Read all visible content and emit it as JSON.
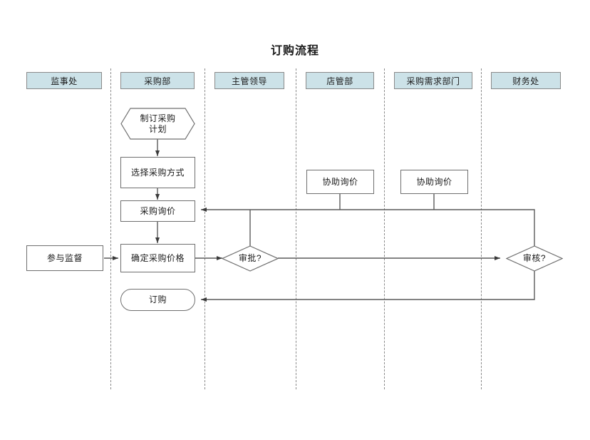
{
  "title": "订购流程",
  "colors": {
    "lane_header_fill": "#cce2e8",
    "lane_header_border": "#8a8a8a",
    "lane_divider": "#8a8a8a",
    "node_border": "#6f6f6f",
    "node_fill": "#ffffff",
    "connector": "#4d4d4d",
    "text": "#1a1a1a",
    "background": "#ffffff"
  },
  "lanes": [
    {
      "id": "lane-supervision",
      "label": "监事处"
    },
    {
      "id": "lane-purchasing",
      "label": "采购部"
    },
    {
      "id": "lane-leader",
      "label": "主管领导"
    },
    {
      "id": "lane-store",
      "label": "店管部"
    },
    {
      "id": "lane-requester",
      "label": "采购需求部门"
    },
    {
      "id": "lane-finance",
      "label": "财务处"
    }
  ],
  "nodes": [
    {
      "id": "node-plan",
      "label": "制订采购\n计划",
      "shape": "hexagon",
      "lane": "采购部"
    },
    {
      "id": "node-select-method",
      "label": "选择采购方式",
      "shape": "rect",
      "lane": "采购部"
    },
    {
      "id": "node-inquiry",
      "label": "采购询价",
      "shape": "rect",
      "lane": "采购部"
    },
    {
      "id": "node-confirm-price",
      "label": "确定采购价格",
      "shape": "rect",
      "lane": "采购部"
    },
    {
      "id": "node-order",
      "label": "订购",
      "shape": "stadium",
      "lane": "采购部"
    },
    {
      "id": "node-supervise",
      "label": "参与监督",
      "shape": "rect",
      "lane": "监事处"
    },
    {
      "id": "node-approve",
      "label": "审批?",
      "shape": "diamond",
      "lane": "主管领导"
    },
    {
      "id": "node-assist-store",
      "label": "协助询价",
      "shape": "rect",
      "lane": "店管部"
    },
    {
      "id": "node-assist-request",
      "label": "协助询价",
      "shape": "rect",
      "lane": "采购需求部门"
    },
    {
      "id": "node-audit",
      "label": "审核?",
      "shape": "diamond",
      "lane": "财务处"
    }
  ],
  "node_labels": {
    "plan_line1": "制订采购",
    "plan_line2": "计划",
    "select_method": "选择采购方式",
    "inquiry": "采购询价",
    "confirm_price": "确定采购价格",
    "order": "订购",
    "supervise": "参与监督",
    "approve": "审批?",
    "assist_store": "协助询价",
    "assist_request": "协助询价",
    "audit": "审核?"
  },
  "connections": [
    {
      "id": "conn-plan-to-select",
      "from": "制订采购计划",
      "to": "选择采购方式",
      "arrow": true
    },
    {
      "id": "conn-select-to-inquiry",
      "from": "选择采购方式",
      "to": "采购询价",
      "arrow": true
    },
    {
      "id": "conn-inquiry-to-confirm",
      "from": "采购询价",
      "to": "确定采购价格",
      "arrow": true
    },
    {
      "id": "conn-supervise-to-confirm",
      "from": "参与监督",
      "to": "确定采购价格",
      "arrow": true
    },
    {
      "id": "conn-confirm-to-approve",
      "from": "确定采购价格",
      "to": "审批?",
      "arrow": true
    },
    {
      "id": "conn-approve-to-audit",
      "from": "审批?",
      "to": "审核?",
      "arrow": true
    },
    {
      "id": "conn-approve-up-to-return",
      "from": "审批?",
      "to": "采购询价",
      "arrow": true
    },
    {
      "id": "conn-assist-store-return",
      "from": "协助询价",
      "to": "采购询价",
      "arrow": true
    },
    {
      "id": "conn-assist-request-return",
      "from": "协助询价",
      "to": "采购询价",
      "arrow": true
    },
    {
      "id": "conn-audit-return-inquiry",
      "from": "审核?",
      "to": "采购询价",
      "arrow": true
    },
    {
      "id": "conn-audit-to-order",
      "from": "审核?",
      "to": "订购",
      "arrow": true
    }
  ]
}
